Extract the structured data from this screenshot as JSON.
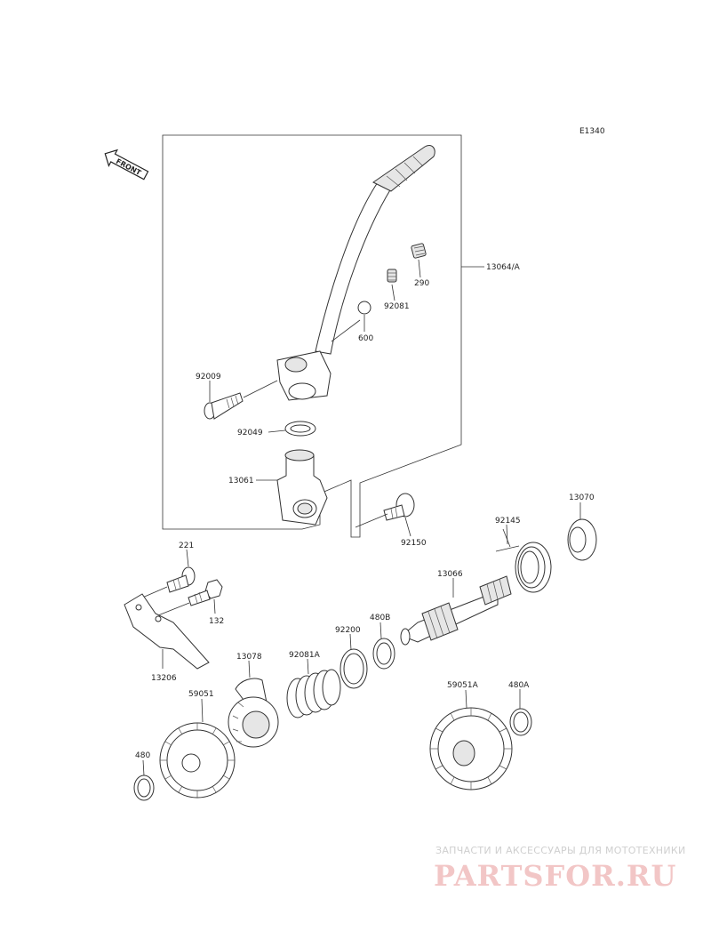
{
  "diagram_code": "E1340",
  "front_arrow_label": "FRONT",
  "parts": {
    "p13064A": "13064/A",
    "p290": "290",
    "p92081": "92081",
    "p600": "600",
    "p92009": "92009",
    "p92049": "92049",
    "p13061": "13061",
    "p92150": "92150",
    "p92145": "92145",
    "p13070": "13070",
    "p221": "221",
    "p132": "132",
    "p13206": "13206",
    "p13066": "13066",
    "p480B": "480B",
    "p92200": "92200",
    "p13078": "13078",
    "p92081A": "92081A",
    "p59051": "59051",
    "p59051A": "59051A",
    "p480A": "480A",
    "p480": "480"
  },
  "watermark": {
    "tagline": "ЗАПЧАСТИ И АКСЕССУАРЫ ДЛЯ МОТОТЕХНИКИ",
    "logo_lettering": "PARTSFOR.RU"
  }
}
